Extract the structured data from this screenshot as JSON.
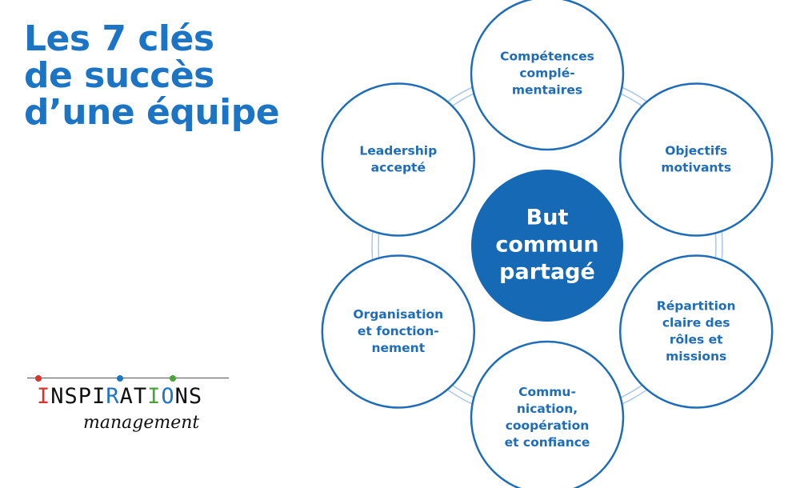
{
  "title": {
    "line1": "Les 7 clés",
    "line2": "de succès",
    "line3": "d’une équipe"
  },
  "colors": {
    "title": "#1c74c4",
    "center_fill": "#1569b5",
    "node_stroke": "#1f6db8",
    "node_text": "#1f6db8",
    "ring": "#a9c8e6",
    "logo_red": "#d9342b",
    "logo_blue": "#1c74c4",
    "logo_green": "#4aa43a"
  },
  "diagram": {
    "center": {
      "lines": [
        "But",
        "commun",
        "partagé"
      ]
    },
    "nodes": [
      {
        "id": "competences",
        "lines": [
          "Compétences",
          "complé-",
          "mentaires"
        ]
      },
      {
        "id": "objectifs",
        "lines": [
          "Objectifs",
          "motivants"
        ]
      },
      {
        "id": "repartition",
        "lines": [
          "Répartition",
          "claire des",
          "rôles et",
          "missions"
        ]
      },
      {
        "id": "communication",
        "lines": [
          "Commu-",
          "nication,",
          "coopération",
          "et confiance"
        ]
      },
      {
        "id": "organisation",
        "lines": [
          "Organisation",
          "et fonction-",
          "nement"
        ]
      },
      {
        "id": "leadership",
        "lines": [
          "Leadership",
          "accepté"
        ]
      }
    ]
  },
  "logo": {
    "main": "INSPIRATIONS",
    "sub": "management"
  }
}
